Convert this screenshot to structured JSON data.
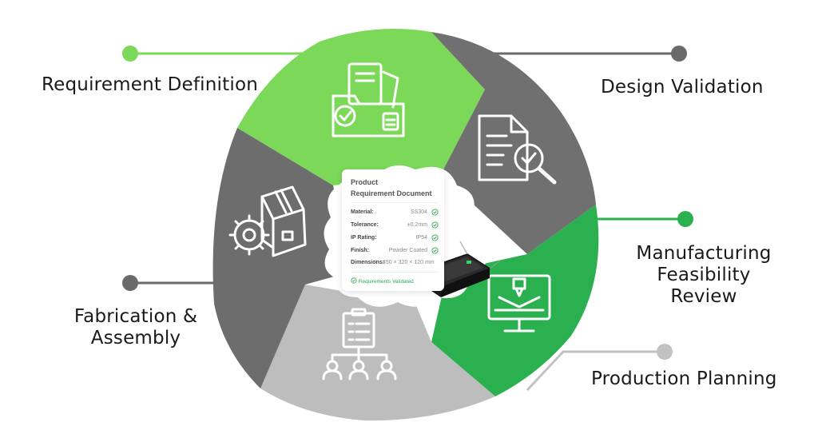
{
  "stages": [
    {
      "label": "Requirement Definition",
      "color": "#7cd858",
      "icon": "folder-documents-icon"
    },
    {
      "label": "Design Validation",
      "color": "#707070",
      "icon": "document-search-icon"
    },
    {
      "label": "Manufacturing",
      "label2": "Feasibility Review",
      "color": "#2bb04f",
      "icon": "monitor-press-icon"
    },
    {
      "label": "Production Planning",
      "color": "#bdbdbd",
      "icon": "org-chart-clipboard-icon"
    },
    {
      "label": "Fabrication &",
      "label2": "Assembly",
      "color": "#6d6d6d",
      "icon": "box-gear-icon"
    }
  ],
  "doc": {
    "title1": "Product",
    "title2": "Requirement Document",
    "rows": [
      {
        "key": "Material:",
        "val": "SS304"
      },
      {
        "key": "Tolerance:",
        "val": "±0.2mm"
      },
      {
        "key": "IP Rating:",
        "val": "IP54"
      },
      {
        "key": "Finish:",
        "val": "Powder Coated"
      }
    ],
    "dimensions_key": "Dimensions:",
    "dimensions_val": "450 × 320 × 120 mm",
    "footer": "Requirements Validated"
  },
  "colors": {
    "light_green": "#7cd858",
    "dark_gray": "#707070",
    "green": "#2bb04f",
    "light_gray": "#bdbdbd",
    "connector_dark": "#6a6a6a",
    "connector_light": "#c2c2c2"
  }
}
